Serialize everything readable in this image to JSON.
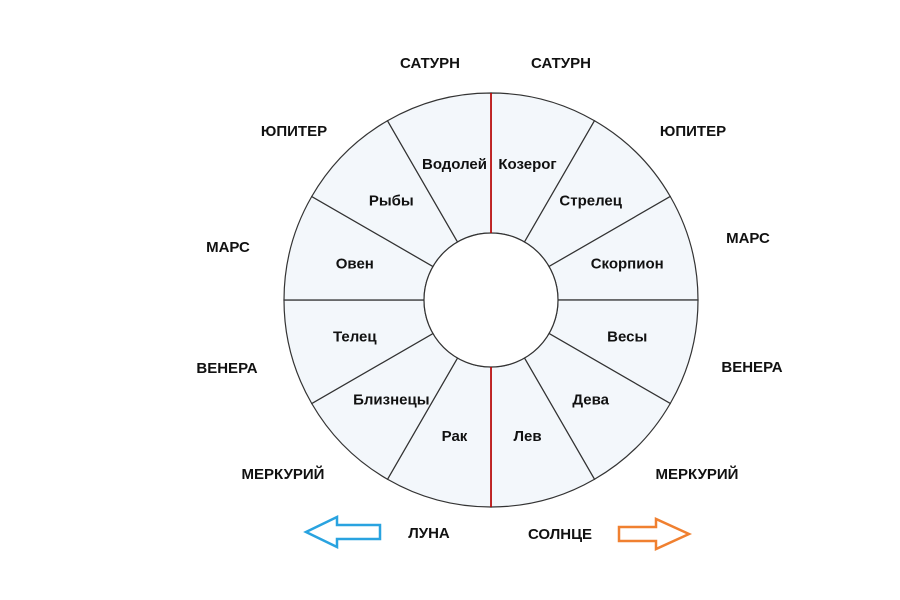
{
  "colors": {
    "background": "#ffffff",
    "segment_fill": "#f3f7fb",
    "segment_stroke": "#333333",
    "divider": "#c00000",
    "arrow_left": "#29a3e0",
    "arrow_right": "#f08030"
  },
  "signs": [
    "Козерог",
    "Стрелец",
    "Скорпион",
    "Весы",
    "Дева",
    "Лев",
    "Рак",
    "Близнецы",
    "Телец",
    "Овен",
    "Рыбы",
    "Водолей"
  ],
  "planets": {
    "top_left": "САТУРН",
    "top_right": "САТУРН",
    "jupiter_left": "ЮПИТЕР",
    "jupiter_right": "ЮПИТЕР",
    "mars_left": "МАРС",
    "mars_right": "МАРС",
    "venus_left": "ВЕНЕРА",
    "venus_right": "ВЕНЕРА",
    "mercury_left": "МЕРКУРИЙ",
    "mercury_right": "МЕРКУРИЙ",
    "moon": "ЛУНА",
    "sun": "СОЛНЦЕ"
  },
  "icons": {
    "left_arrow": "arrow-left-icon",
    "right_arrow": "arrow-right-icon"
  }
}
